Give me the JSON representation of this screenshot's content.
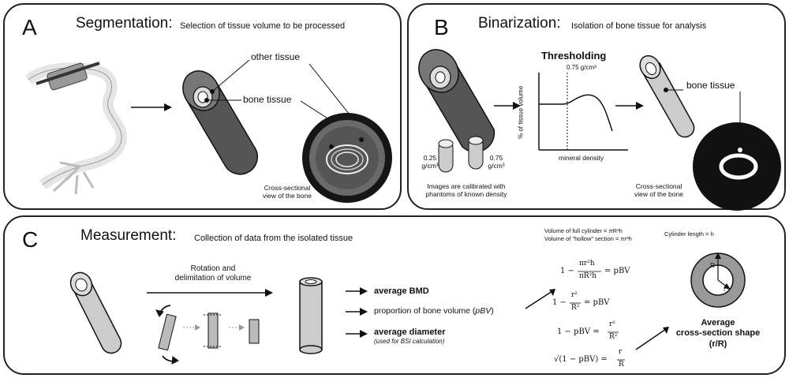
{
  "panel_a": {
    "letter": "A",
    "title": "Segmentation:",
    "subtitle": "Selection of tissue volume to be processed",
    "label_other_tissue": "other tissue",
    "label_bone_tissue": "bone tissue",
    "caption_line1": "Cross-sectional",
    "caption_line2": "view of the bone"
  },
  "panel_b": {
    "letter": "B",
    "title": "Binarization:",
    "subtitle": "Isolation of bone tissue for analysis",
    "thresholding": "Thresholding",
    "threshold_value": "0.75 g/cm³",
    "y_axis": "% of tissue volume",
    "x_axis": "mineral density",
    "phantom_low_value": "0.25",
    "phantom_low_unit": "g/cm³",
    "phantom_high_value": "0.75",
    "phantom_high_unit": "g/cm³",
    "calib_line1": "Images are calibrated with",
    "calib_line2": "phantoms of known density",
    "label_bone_tissue": "bone tissue",
    "caption_line1": "Cross-sectional",
    "caption_line2": "view of the bone"
  },
  "panel_c": {
    "letter": "C",
    "title": "Measurement:",
    "subtitle": "Collection of data from the isolated tissue",
    "rotation_line1": "Rotation and",
    "rotation_line2": "delimitation of volume",
    "output_1": "average BMD",
    "output_2_pre": "proportion of bone volume (",
    "output_2_italic": "pBV",
    "output_2_post": ")",
    "output_3": "average diameter",
    "output_3_note": "(used for BSI calculation)",
    "vol_full": "Volume of full cylinder = πR²h",
    "vol_hollow": "Volume of \"hollow\" section = πr²h",
    "cyl_length": "Cylinder length = h",
    "eq1_lhs": "1 −",
    "eq1_num": "πr²h",
    "eq1_den": "πR²h",
    "eq1_rhs": "= pBV",
    "eq2_lhs": "1 −",
    "eq2_num": "r²",
    "eq2_den": "R²",
    "eq2_rhs": "= pBV",
    "eq3_lhs": "1 − pBV =",
    "eq3_num": "r²",
    "eq3_den": "R²",
    "eq4_lhs": "√(1 − pBV) =",
    "eq4_num": "r",
    "eq4_den": "R",
    "ring_label_R": "R",
    "ring_label_r": "r",
    "shape_line1": "Average",
    "shape_line2": "cross-section shape",
    "shape_line3": "(r/R)"
  }
}
